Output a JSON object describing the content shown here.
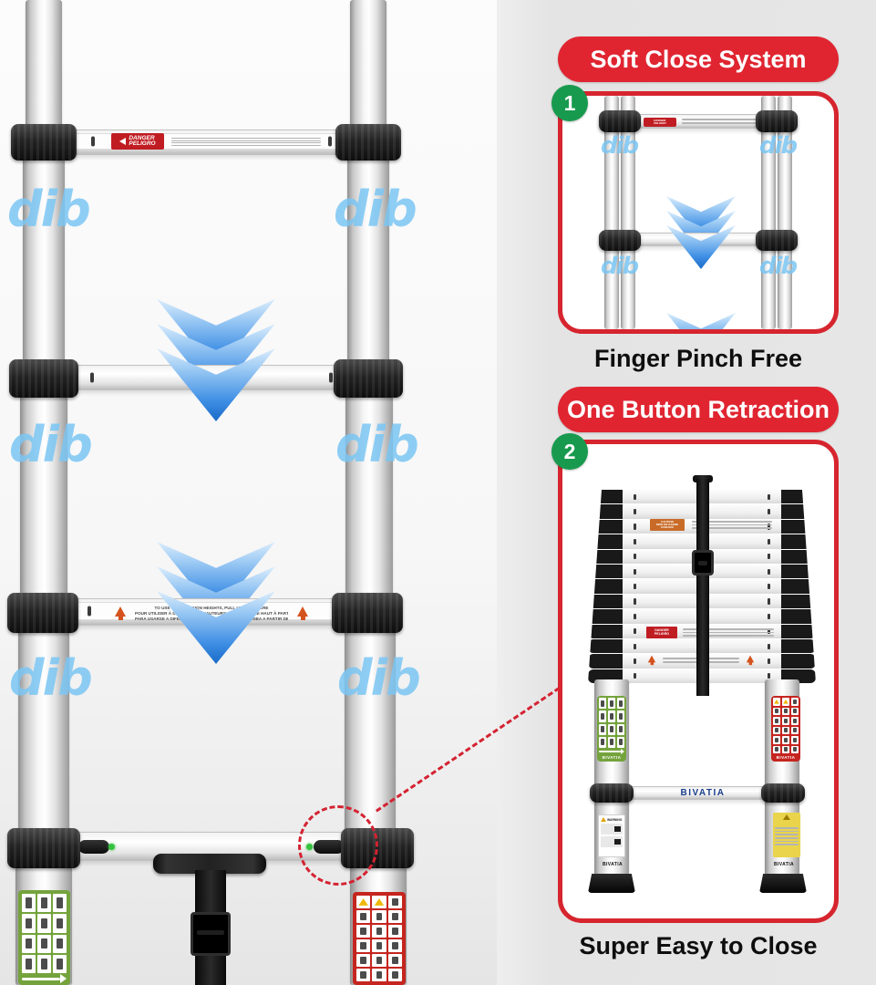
{
  "callouts": {
    "soft_close": "Soft Close System",
    "finger_pinch": "Finger Pinch Free",
    "one_button": "One Button Retraction",
    "easy_close": "Super Easy to Close"
  },
  "badges": {
    "step1": "1",
    "step2": "2"
  },
  "brand": {
    "name": "BIVATIA"
  },
  "danger_label": {
    "top": "DANGER",
    "bottom": "PELIGRO"
  },
  "caution_label": {
    "l1": "CAUTION",
    "l2": "MISE EN GARDE",
    "l3": "CUIDADO"
  },
  "warning_label": {
    "text": "WARNING"
  },
  "rung3_text": {
    "l1": "TO USE TO EXTENSION HEIGHTS, PULL UP FROM HERE",
    "l2": "POUR UTILISER À DIFFÉRENTES HAUTEURS, TIREZ VERS LE HAUT À PARTIR D'ICI",
    "l3": "PARA USARSE A DIFERENTES ALTURAS, JALE HACIA ARRIBA A PARTIR DE AQUÍ"
  },
  "watermark": {
    "glyph": "dib"
  },
  "colors": {
    "accent_red": "#e02531",
    "panel_border": "#d6252e",
    "badge_green": "#189a4e",
    "arrow_blue": "#2a80dd",
    "label_green": "#74a33c",
    "label_red": "#c5251f",
    "label_yellow": "#e9d44b",
    "indicator_green": "#36c23e"
  }
}
